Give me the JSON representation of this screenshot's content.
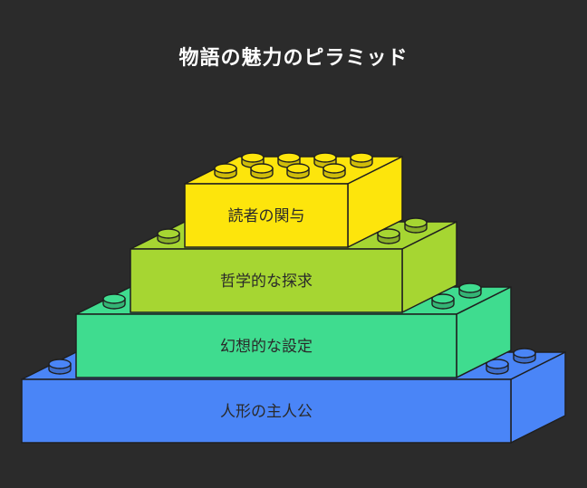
{
  "title": "物語の魅力のピラミッド",
  "levels": [
    {
      "label": "読者の関与",
      "colors": {
        "front": "#fde50c",
        "side": "#fde50c",
        "top": "#fde50c"
      }
    },
    {
      "label": "哲学的な探求",
      "colors": {
        "front": "#a6d632",
        "side": "#a6d632",
        "top": "#a6d632"
      }
    },
    {
      "label": "幻想的な設定",
      "colors": {
        "front": "#3fdc8f",
        "side": "#3fdc8f",
        "top": "#3fdc8f"
      }
    },
    {
      "label": "人形の主人公",
      "colors": {
        "front": "#4a85f7",
        "side": "#4a85f7",
        "top": "#4a85f7"
      }
    }
  ],
  "colors": {
    "background": "#2b2b2b",
    "outline": "#1f1f1f",
    "title": "#ffffff"
  }
}
